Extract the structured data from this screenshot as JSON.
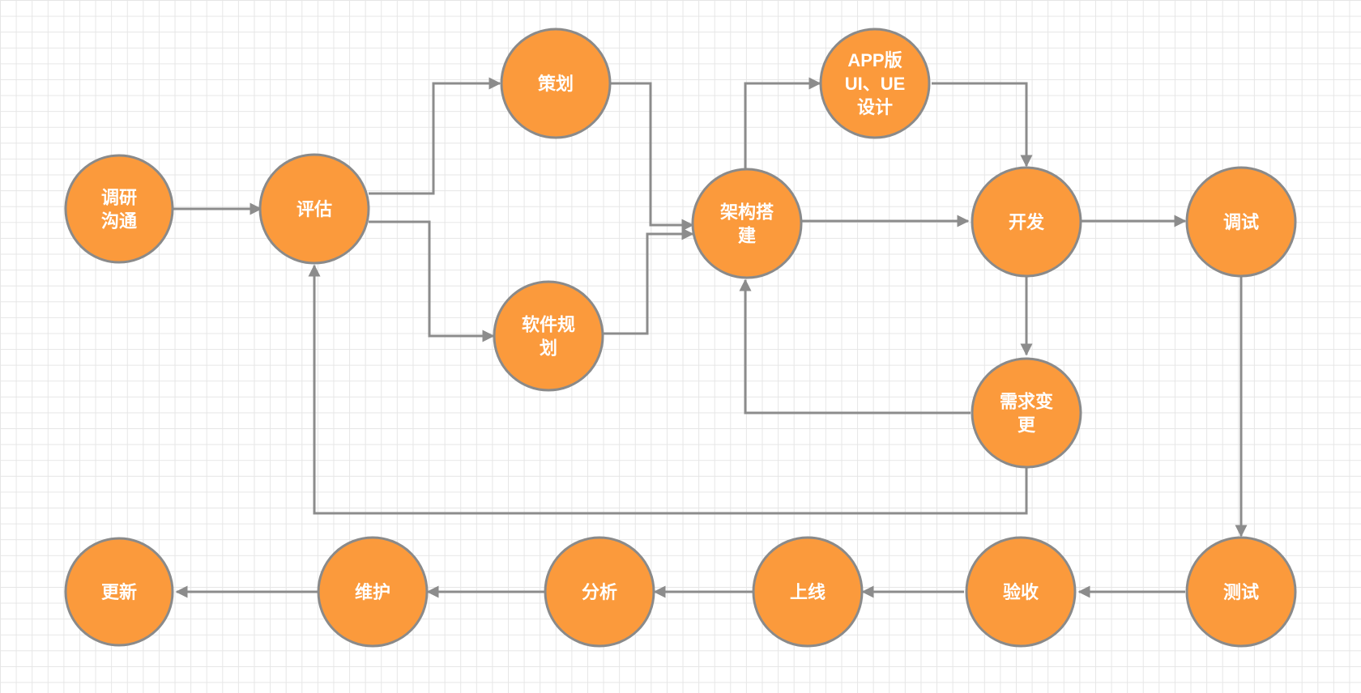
{
  "nodes": {
    "research": {
      "label": [
        "调研",
        "沟通"
      ]
    },
    "evaluate": {
      "label": [
        "评估"
      ]
    },
    "planning": {
      "label": [
        "策划"
      ]
    },
    "software_plan": {
      "label": [
        "软件规",
        "划"
      ]
    },
    "architecture": {
      "label": [
        "架构搭",
        "建"
      ]
    },
    "app_design": {
      "label": [
        "APP版",
        "UI、UE",
        "设计"
      ]
    },
    "develop": {
      "label": [
        "开发"
      ]
    },
    "debug": {
      "label": [
        "调试"
      ]
    },
    "change_request": {
      "label": [
        "需求变",
        "更"
      ]
    },
    "test": {
      "label": [
        "测试"
      ]
    },
    "acceptance": {
      "label": [
        "验收"
      ]
    },
    "launch": {
      "label": [
        "上线"
      ]
    },
    "analysis": {
      "label": [
        "分析"
      ]
    },
    "maintenance": {
      "label": [
        "维护"
      ]
    },
    "update": {
      "label": [
        "更新"
      ]
    }
  },
  "colors": {
    "node_fill": "#fb9a3c",
    "node_stroke": "#8a8a8a",
    "edge": "#8c8c8c",
    "label": "#ffffff"
  }
}
